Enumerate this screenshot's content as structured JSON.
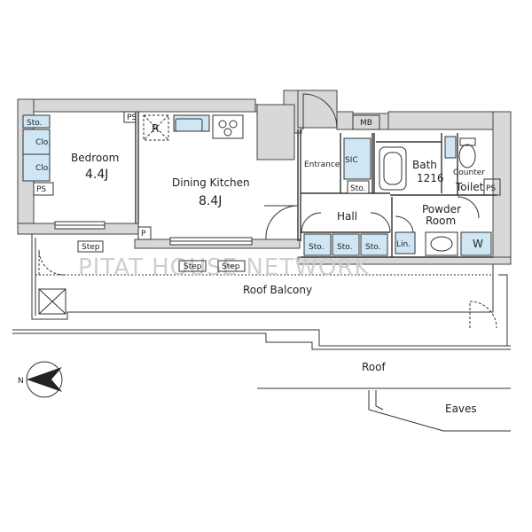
{
  "watermark": "PITAT HOUSE NETWORK",
  "rooms": {
    "bedroom": "Bedroom",
    "bedroom_size": "4.4J",
    "dining_kitchen": "Dining Kitchen",
    "dining_kitchen_size": "8.4J",
    "entrance": "Entrance",
    "hall": "Hall",
    "bath": "Bath",
    "bath_size": "1216",
    "powder_room_line1": "Powder",
    "powder_room_line2": "Room",
    "toilet": "Toilet",
    "roof_balcony": "Roof Balcony",
    "roof": "Roof",
    "eaves": "Eaves"
  },
  "fixtures": {
    "sto": "Sto.",
    "clo": "Clo.",
    "ps": "PS",
    "r": "R",
    "p": "P",
    "mb": "MB",
    "sic": "SIC",
    "lin": "Lin.",
    "w": "W",
    "counter": "Counter",
    "step": "Step"
  },
  "compass": {
    "north": "N"
  },
  "colors": {
    "wall": "#d8d8d8",
    "storage": "#cfe6f5",
    "line": "#333333"
  }
}
